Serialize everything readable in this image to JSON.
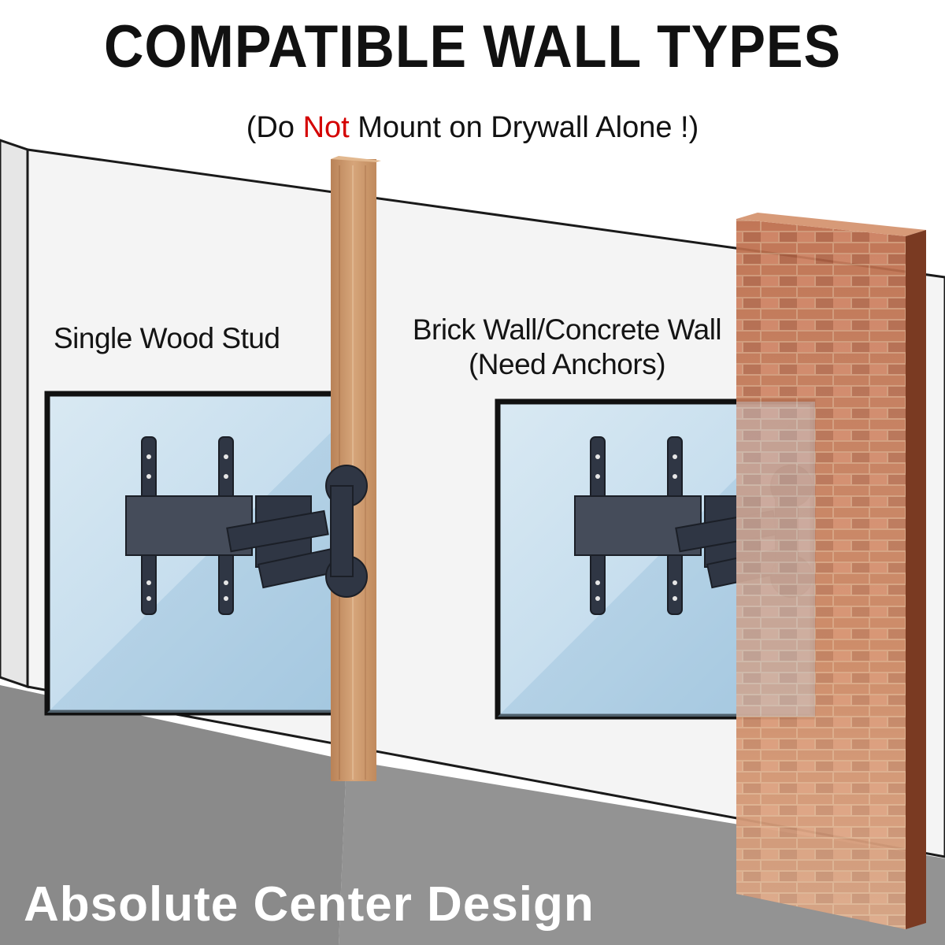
{
  "header": {
    "title": "COMPATIBLE WALL TYPES",
    "subtitle_prefix": "(Do ",
    "subtitle_emphasis": "Not",
    "subtitle_suffix": " Mount on Drywall Alone !)"
  },
  "walls": {
    "stud": {
      "label": "Single Wood Stud"
    },
    "brick": {
      "label_line1": "Brick Wall/Concrete Wall",
      "label_line2": "(Need Anchors)"
    }
  },
  "footer": {
    "tagline": "Absolute Center Design"
  },
  "icons": [
    "wood-stud",
    "brick-column",
    "tv-screen",
    "tv-wall-mount-bracket"
  ],
  "colors": {
    "floor": "#8f8f8f",
    "wall": "#f4f4f4",
    "wall_outline": "#1a1a1a",
    "screen": "#bfd9ea",
    "bracket": "#2e3440",
    "wood": "#c9956a",
    "brick": "#b86a46",
    "warning": "#d40000"
  }
}
